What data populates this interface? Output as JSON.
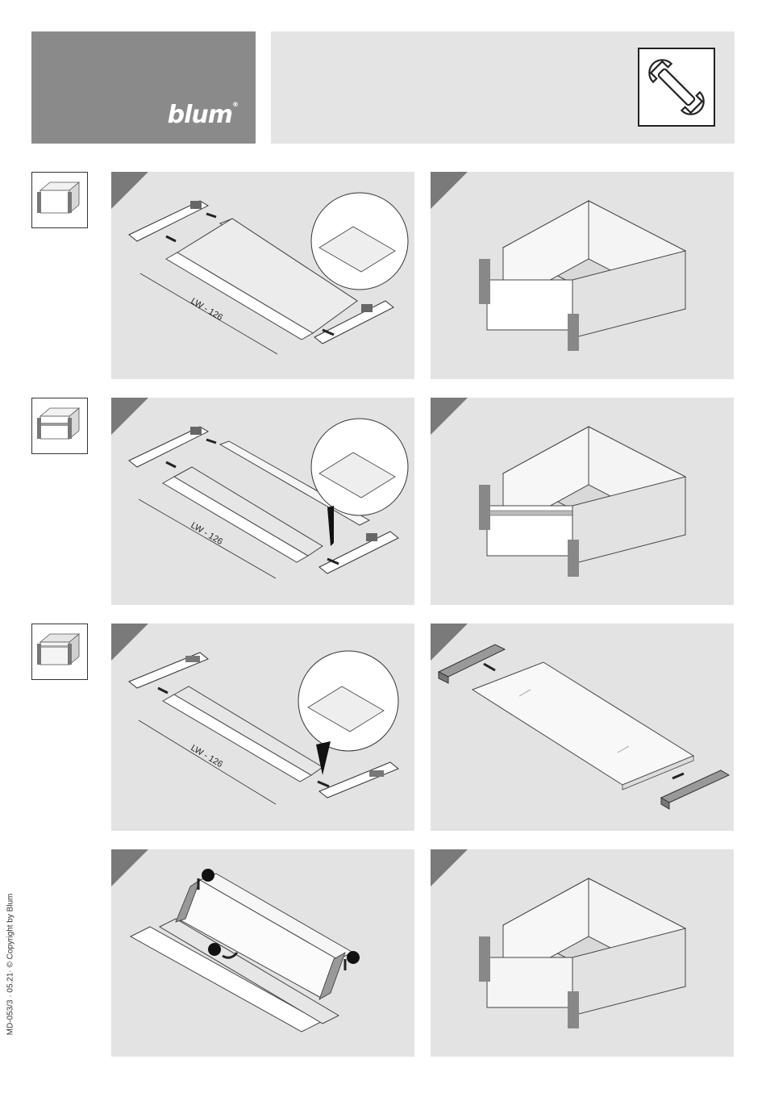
{
  "brand": {
    "logo_text": "blum"
  },
  "header": {
    "tool_icon": "wrench-icon"
  },
  "dimension_label": "LW - 126",
  "footer": {
    "copyright": "MD-053/3 · 05.21· © Copyright by Blum"
  },
  "thumbnails": [
    {
      "icon": "drawer-plain-thumb-icon"
    },
    {
      "icon": "drawer-gallery-rail-thumb-icon"
    },
    {
      "icon": "drawer-glass-side-thumb-icon"
    }
  ]
}
